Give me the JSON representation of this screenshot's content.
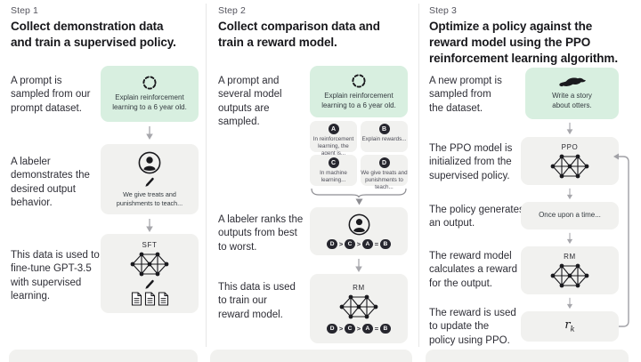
{
  "colors": {
    "green_box": "#d8efe0",
    "gray_box": "#f1f1ef",
    "node_dark": "#26262e",
    "arrow_gray": "#a7a7ac",
    "text_dark": "#17171b"
  },
  "step1": {
    "step_label": "Step 1",
    "heading": "Collect demonstration data\nand train a supervised policy.",
    "row1_label": "A prompt is\nsampled from our\nprompt dataset.",
    "prompt_text": "Explain reinforcement\nlearning to a 6 year old.",
    "row2_label": "A labeler\ndemonstrates the\ndesired output\nbehavior.",
    "demo_text": "We give treats and\npunishments to teach...",
    "row3_label": "This data is used to\nfine-tune GPT-3.5\nwith supervised\nlearning.",
    "sft_label": "SFT"
  },
  "step2": {
    "step_label": "Step 2",
    "heading": "Collect comparison data and\ntrain a reward model.",
    "row1_label": "A prompt and\nseveral model\noutputs are\nsampled.",
    "prompt_text": "Explain reinforcement\nlearning to a 6 year old.",
    "outputs": [
      {
        "letter": "A",
        "text": "In reinforcement\nlearning, the\nagent is..."
      },
      {
        "letter": "B",
        "text": "Explain rewards..."
      },
      {
        "letter": "C",
        "text": "In machine\nlearning..."
      },
      {
        "letter": "D",
        "text": "We give treats and\npunishments to\nteach..."
      }
    ],
    "row2_label": "A labeler ranks the\noutputs from best\nto worst.",
    "ranking_letters": [
      "D",
      "C",
      "A",
      "B"
    ],
    "ranking_separators": [
      ">",
      ">",
      "="
    ],
    "row3_label": "This data is used\nto train our\nreward model.",
    "rm_label": "RM"
  },
  "step3": {
    "step_label": "Step 3",
    "heading": "Optimize a policy against the\nreward model using the PPO\nreinforcement learning algorithm.",
    "row1_label": "A new prompt is\nsampled from\nthe dataset.",
    "prompt_text": "Write a story\nabout otters.",
    "row2_label": "The PPO model is\ninitialized from the\nsupervised policy.",
    "ppo_label": "PPO",
    "row3_label": "The policy generates\nan output.",
    "output_text": "Once upon a time...",
    "row4_label": "The reward model\ncalculates a reward\nfor the output.",
    "rm_label": "RM",
    "row5_label": "The reward is used\nto update the\npolicy using PPO.",
    "reward_base": "r",
    "reward_sub": "k"
  }
}
